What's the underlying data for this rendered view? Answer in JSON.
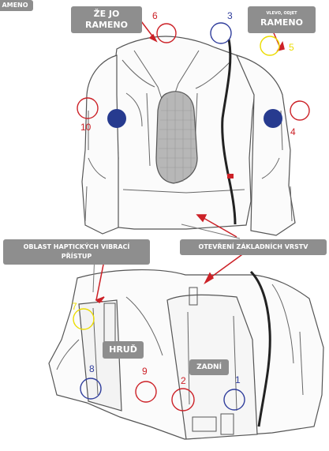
{
  "labels": {
    "top_left_clip": "AMENO",
    "left_shoulder_line1": "ŽE JO",
    "left_shoulder_line2": "RAMENO",
    "right_shoulder_line1": "VLEVO, ODJET",
    "right_shoulder_line2": "RAMENO",
    "haptic_line1": "OBLAST HAPTICKÝCH VIBRACÍ",
    "haptic_line2": "PŘÍSTUP",
    "base_layers": "OTEVŘENÍ ZÁKLADNÍCH VRSTV",
    "chest": "HRUĎ",
    "back": "ZADNÍ"
  },
  "markers": [
    {
      "id": "1",
      "color": "#2f3d9c"
    },
    {
      "id": "2",
      "color": "#cc2127"
    },
    {
      "id": "3",
      "color": "#2f3d9c"
    },
    {
      "id": "4",
      "color": "#cc2127"
    },
    {
      "id": "5",
      "color": "#ecdc00"
    },
    {
      "id": "6",
      "color": "#cc2127"
    },
    {
      "id": "7",
      "color": "#ecdc00"
    },
    {
      "id": "8",
      "color": "#2f3d9c"
    },
    {
      "id": "9",
      "color": "#cc2127"
    },
    {
      "id": "10",
      "color": "#cc2127"
    }
  ],
  "colors": {
    "label_bg": "#8e8e8e",
    "blue": "#2f3d9c",
    "red": "#cc2127",
    "yellow": "#ecdc00",
    "filled_dot": "#273b8f"
  }
}
